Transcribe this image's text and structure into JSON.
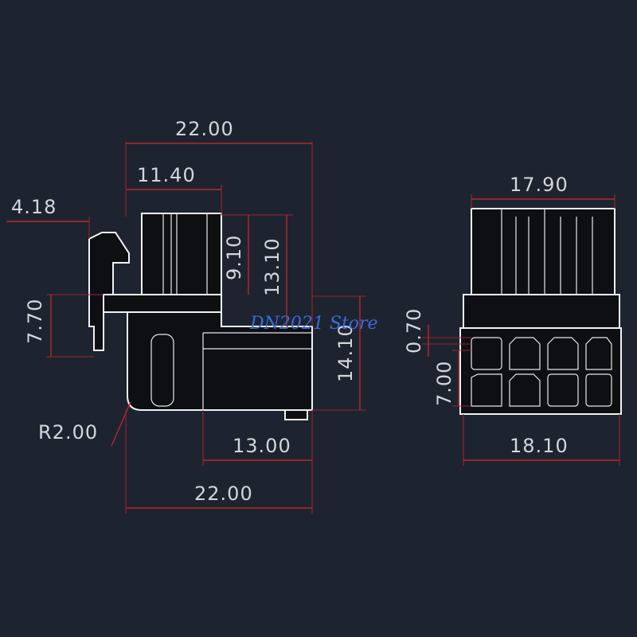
{
  "dimensions": {
    "top_width": "22.00",
    "latch_offset": "11.40",
    "latch_width": "4.18",
    "pin_height_short": "9.10",
    "pin_height_long": "13.10",
    "latch_height": "7.70",
    "body_height": "14.10",
    "corner_radius": "R2.00",
    "bottom_inner": "13.00",
    "bottom_width": "22.00",
    "front_top_width": "17.90",
    "wall_gap": "0.70",
    "pitch": "7.00",
    "front_bottom_width": "18.10"
  },
  "watermark": "DN2021 Store",
  "colors": {
    "background": "#1d2430",
    "dimension_line": "#b8262c",
    "part_outline": "#f2f2f2",
    "part_fill": "#0d0f13",
    "dimension_text": "#d4d6da",
    "watermark": "#3a6ad8"
  }
}
